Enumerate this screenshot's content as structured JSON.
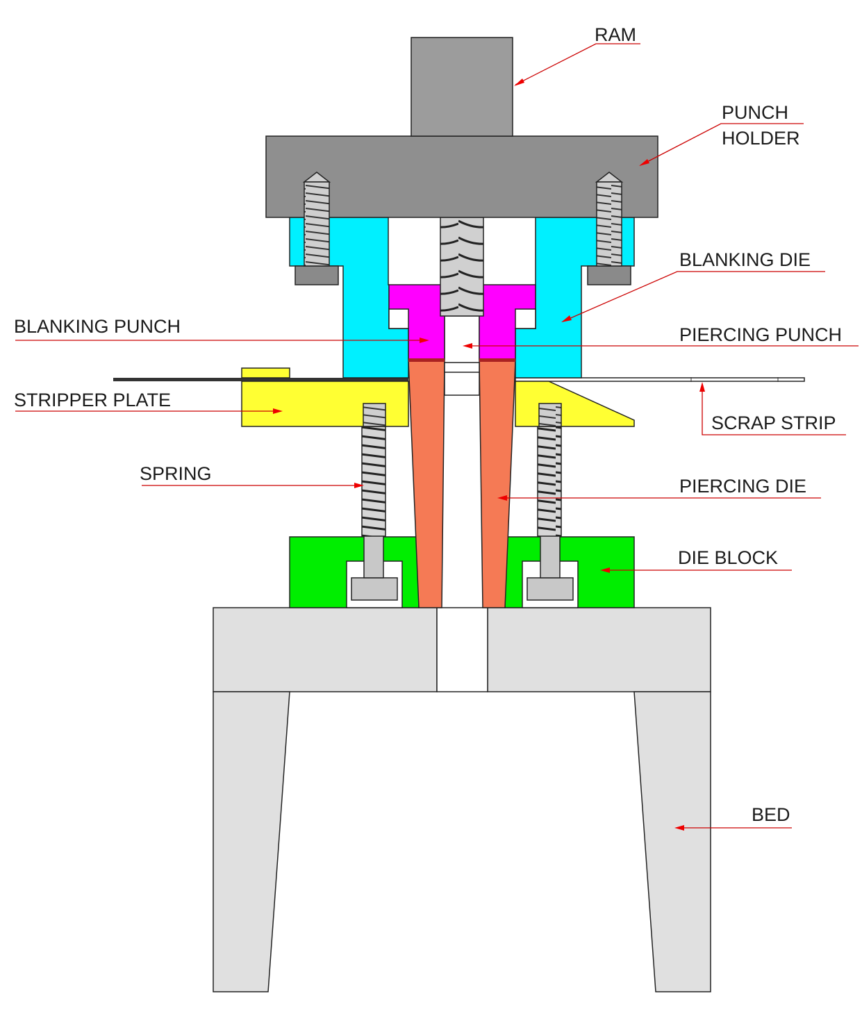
{
  "labels": {
    "ram": "RAM",
    "punch_holder_line1": "PUNCH",
    "punch_holder_line2": "HOLDER",
    "blanking_die": "BLANKING DIE",
    "blanking_punch": "BLANKING PUNCH",
    "piercing_punch": "PIERCING PUNCH",
    "stripper_plate": "STRIPPER PLATE",
    "scrap_strip": "SCRAP STRIP",
    "spring": "SPRING",
    "piercing_die": "PIERCING DIE",
    "die_block": "DIE BLOCK",
    "bed": "BED"
  },
  "colors": {
    "ram": "#9c9c9c",
    "punch_holder": "#8f8f8f",
    "blanking_die": "#00f0ff",
    "blanking_punch": "#ff00ff",
    "piercing_die": "#f57a55",
    "stripper_plate": "#ffff33",
    "die_block": "#00ee00",
    "bed": "#e0e0e0",
    "bolt": "#c8c8c8",
    "leader": "#cc0000"
  }
}
